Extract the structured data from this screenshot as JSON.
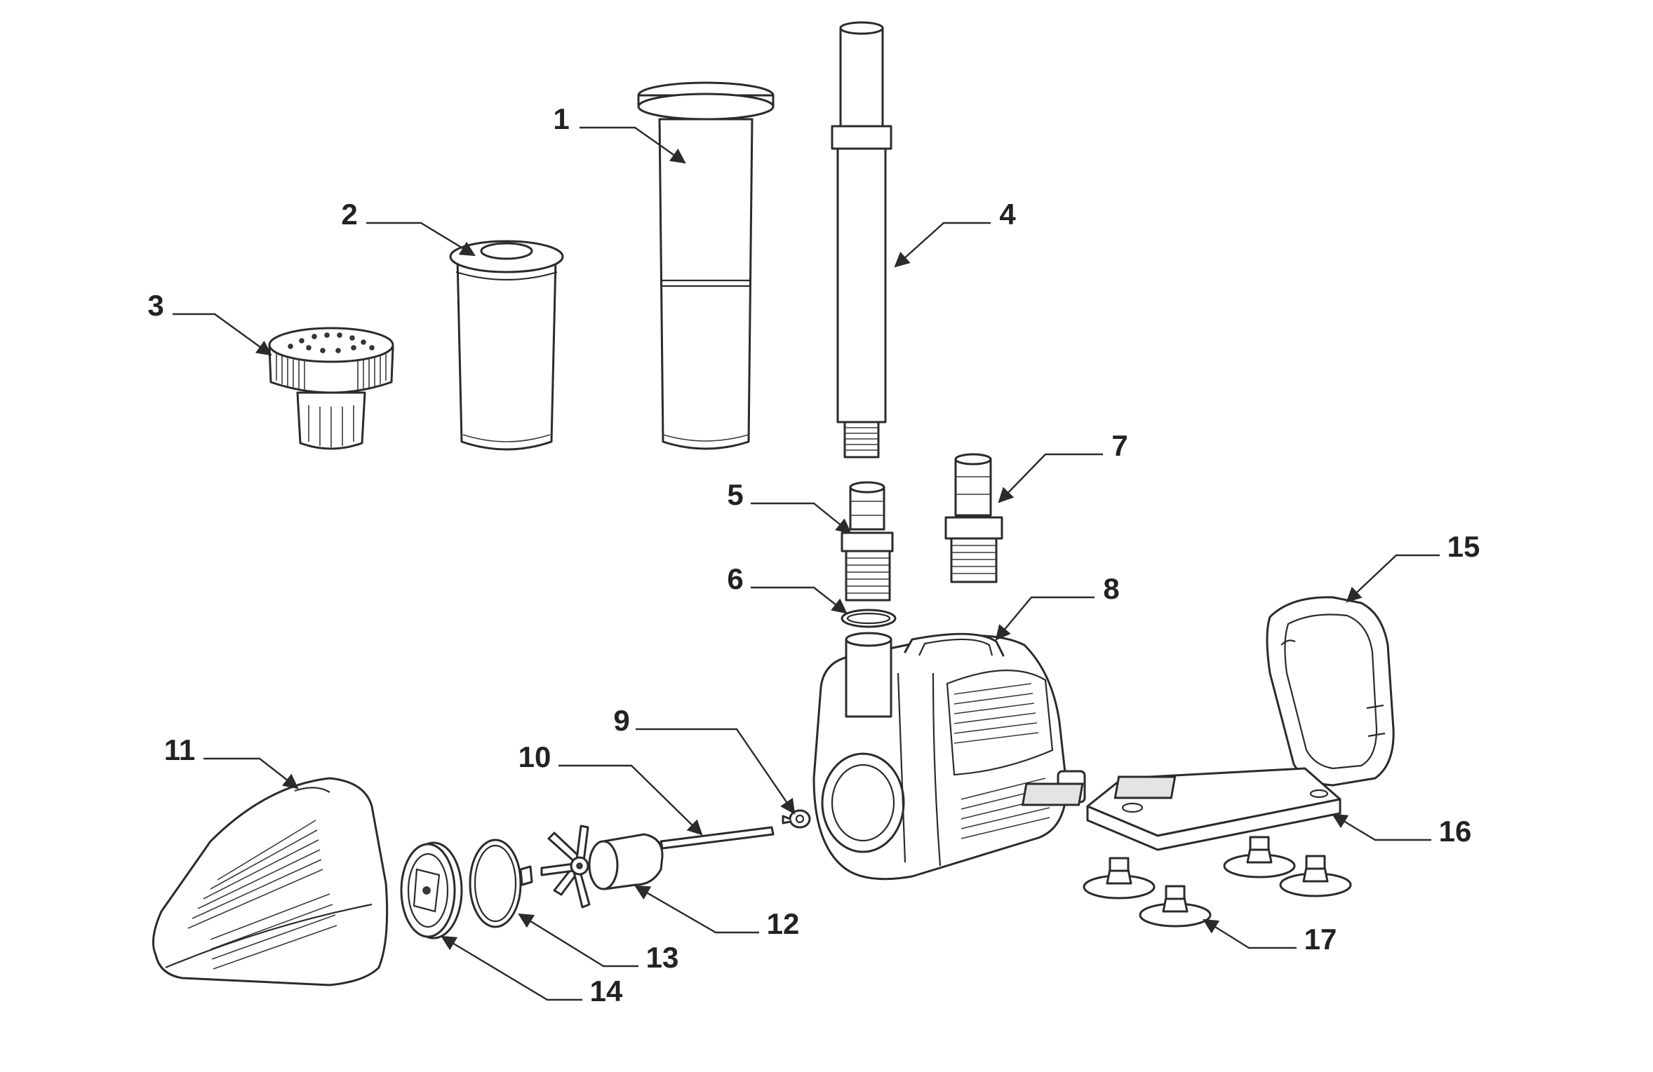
{
  "diagram": {
    "kind": "exploded-parts-view",
    "line_color": "#2b2b2b",
    "background": "#ffffff",
    "callouts": [
      "1",
      "2",
      "3",
      "4",
      "5",
      "6",
      "7",
      "8",
      "9",
      "10",
      "11",
      "12",
      "13",
      "14",
      "15",
      "16",
      "17"
    ]
  }
}
